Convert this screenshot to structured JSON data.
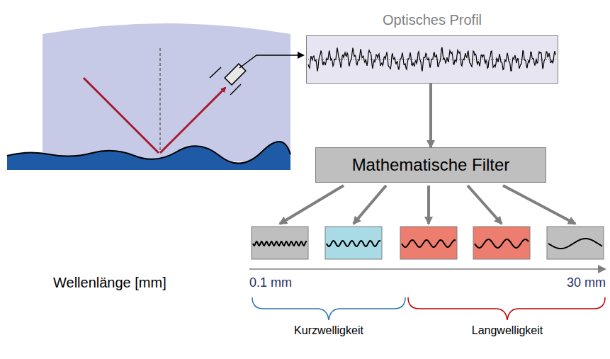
{
  "diagram": {
    "nodes": [
      {
        "text": [
          "Optisches Profil"
        ]
      },
      {
        "text": [
          "Mathematische Filter"
        ]
      }
    ],
    "edges": [
      {
        "from": 0,
        "to": 1,
        "arrow": "to"
      }
    ],
    "labels": [
      "Wellenlänge [mm]",
      "0.1 mm",
      "30 mm",
      "Kurzwelligkeit",
      "Langwelligkeit"
    ]
  }
}
